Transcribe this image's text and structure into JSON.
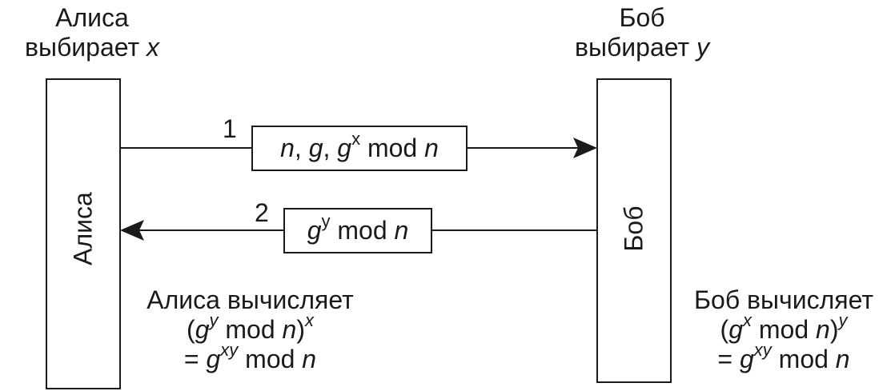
{
  "alice": {
    "name": "Алиса",
    "choose_text": "выбирает",
    "choose_var": "x",
    "box_label": "Алиса",
    "compute_title": "Алиса вычисляет",
    "compute_line2_base": "g",
    "compute_line2_inner_exp": "y",
    "compute_line2_mod": "mod",
    "compute_line2_var": "n",
    "compute_line2_outer_exp": "x",
    "result_eq": "=",
    "result_base": "g",
    "result_exp": "xy",
    "result_mod": "mod",
    "result_var": "n"
  },
  "bob": {
    "name": "Боб",
    "choose_text": "выбирает",
    "choose_var": "y",
    "box_label": "Боб",
    "compute_title": "Боб вычисляет",
    "compute_line2_base": "g",
    "compute_line2_inner_exp": "x",
    "compute_line2_mod": "mod",
    "compute_line2_var": "n",
    "compute_line2_outer_exp": "y",
    "result_eq": "=",
    "result_base": "g",
    "result_exp": "xy",
    "result_mod": "mod",
    "result_var": "n"
  },
  "messages": [
    {
      "number": "1",
      "n1": "n",
      "g1": "g",
      "g2": "g",
      "exp": "x",
      "mod": "mod",
      "n2": "n"
    },
    {
      "number": "2",
      "g": "g",
      "exp": "y",
      "mod": "mod",
      "n": "n"
    }
  ],
  "colors": {
    "ink": "#1a1a1a",
    "background": "#ffffff"
  }
}
